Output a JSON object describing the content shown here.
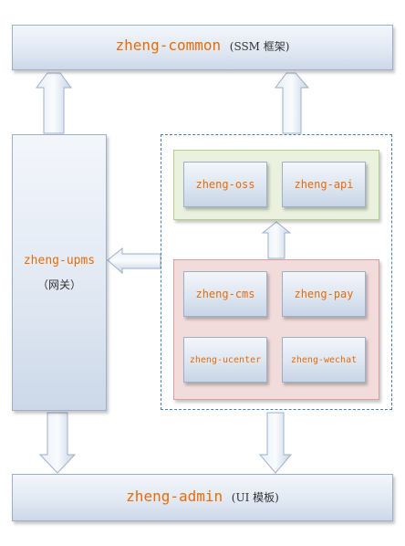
{
  "top": {
    "name": "zheng-common",
    "note": "(SSM 框架)"
  },
  "bottom": {
    "name": "zheng-admin",
    "note": "(UI 模板)"
  },
  "left": {
    "name": "zheng-upms",
    "note": "（网关）"
  },
  "group_top": {
    "items": [
      "zheng-oss",
      "zheng-api"
    ],
    "color": "#eaf1de"
  },
  "group_bottom": {
    "items": [
      "zheng-cms",
      "zheng-pay",
      "zheng-ucenter",
      "zheng-wechat"
    ],
    "color": "#f2dcdb"
  },
  "accent_color": "#e46c0a",
  "line_color": "#4a7fb5"
}
